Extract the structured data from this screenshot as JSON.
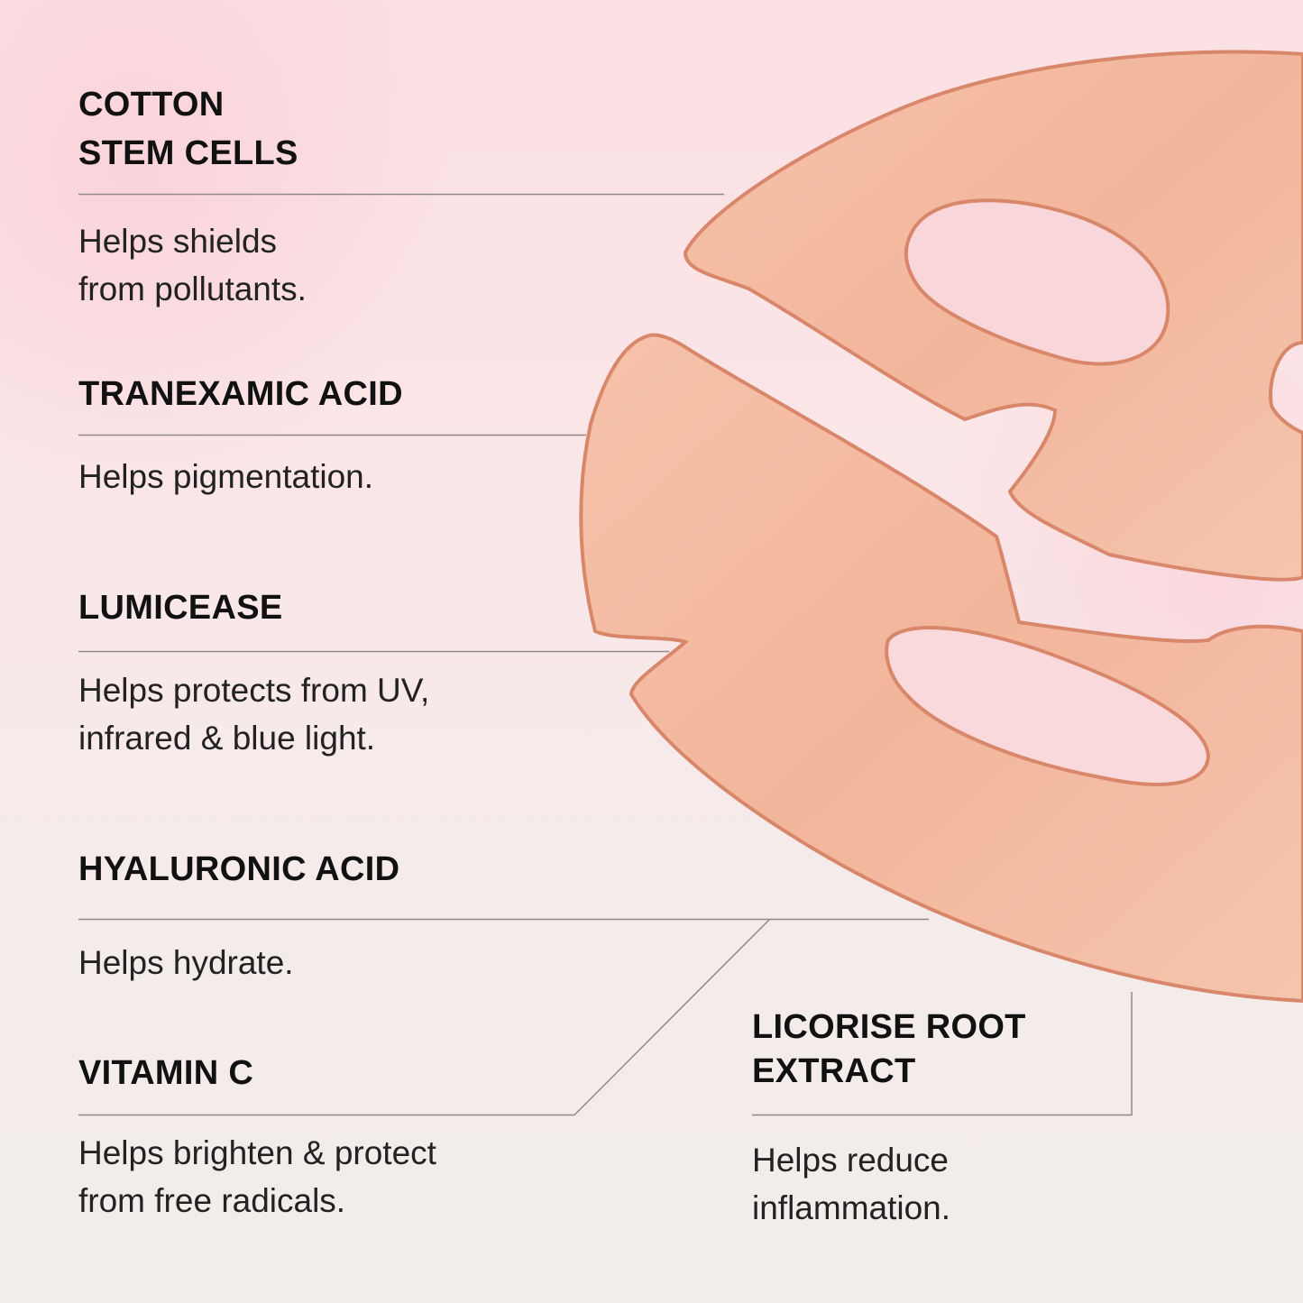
{
  "ingredients": [
    {
      "name": "COTTON\nSTEM CELLS",
      "description": "Helps shields\nfrom pollutants."
    },
    {
      "name": "TRANEXAMIC ACID",
      "description": "Helps pigmentation."
    },
    {
      "name": "LUMICEASE",
      "description": "Helps protects from UV,\ninfrared & blue light."
    },
    {
      "name": "HYALURONIC ACID",
      "description": "Helps hydrate."
    },
    {
      "name": "VITAMIN C",
      "description": "Helps brighten & protect\nfrom free radicals."
    },
    {
      "name": "LICORISE ROOT\nEXTRACT",
      "description": "Helps reduce\ninflammation."
    }
  ],
  "colors": {
    "mask": "#f2b49b",
    "mask_edge": "#d9876a",
    "line": "#8e8a8a",
    "text": "#111111"
  },
  "image": {
    "subject": "hydrogel-face-mask-icon"
  }
}
